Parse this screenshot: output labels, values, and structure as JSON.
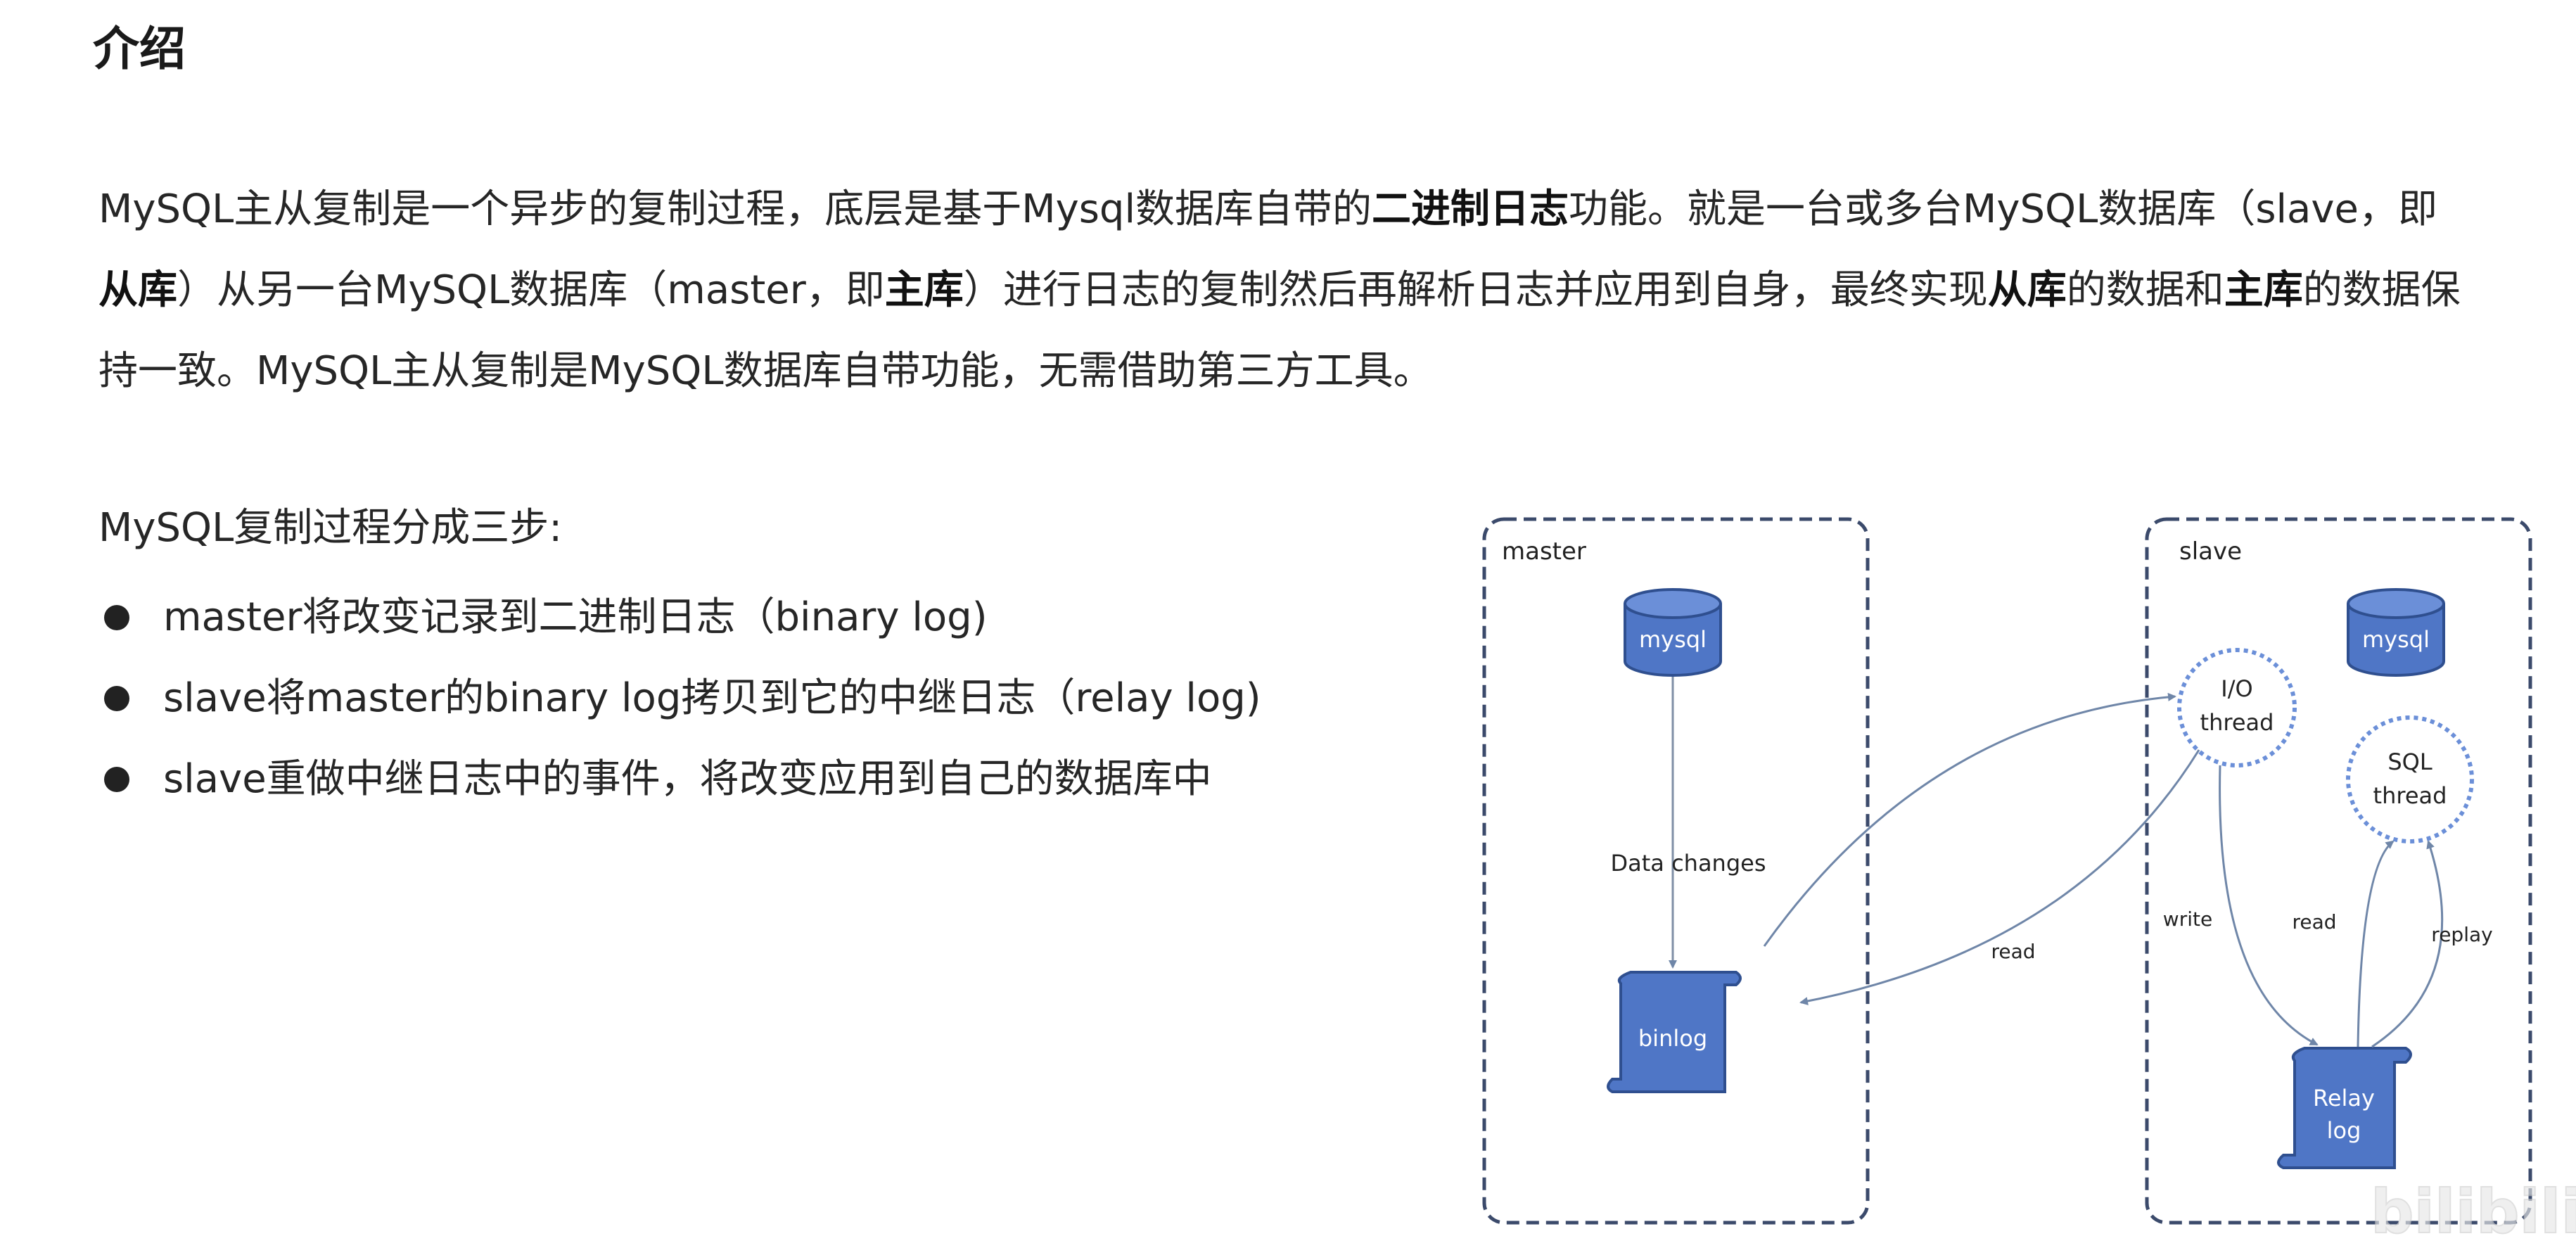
{
  "page": {
    "title": "介绍"
  },
  "paragraph": {
    "seg1": "MySQL主从复制是一个异步的复制过程，底层是基于Mysql数据库自带的",
    "bold1": "二进制日志",
    "seg2": "功能。就是一台或多台MySQL数据库（slave，即",
    "bold2": "从库",
    "seg3": "）从另一台MySQL数据库（master，即",
    "bold3": "主库",
    "seg4": "）进行日志的复制然后再解析日志并应用到自身，最终实现",
    "bold4": "从库",
    "seg5": "的数据和",
    "bold5": "主库",
    "seg6": "的数据保持一致。MySQL主从复制是MySQL数据库自带功能，无需借助第三方工具。"
  },
  "steps": {
    "title": "MySQL复制过程分成三步:",
    "items": [
      {
        "text": "master将改变记录到二进制日志（binary log)"
      },
      {
        "text": "slave将master的binary log拷贝到它的中继日志（relay log)"
      },
      {
        "text": "slave重做中继日志中的事件，将改变应用到自己的数据库中"
      }
    ]
  },
  "diagram": {
    "master_label": "master",
    "slave_label": "slave",
    "master_db": "mysql",
    "slave_db": "mysql",
    "data_changes": "Data changes",
    "binlog": "binlog",
    "io_thread_line1": "I/O",
    "io_thread_line2": "thread",
    "sql_thread_line1": "SQL",
    "sql_thread_line2": "thread",
    "relay_line1": "Relay",
    "relay_line2": "log",
    "read_label_1": "read",
    "write_label": "write",
    "read_label_2": "read",
    "replay_label": "replay",
    "colors": {
      "shape_fill": "#4f76c6",
      "shape_stroke": "#2f4f8f",
      "box_stroke": "#3b4a6b",
      "arrow": "#6f86a8"
    }
  },
  "watermark": {
    "text": "bilibili"
  }
}
